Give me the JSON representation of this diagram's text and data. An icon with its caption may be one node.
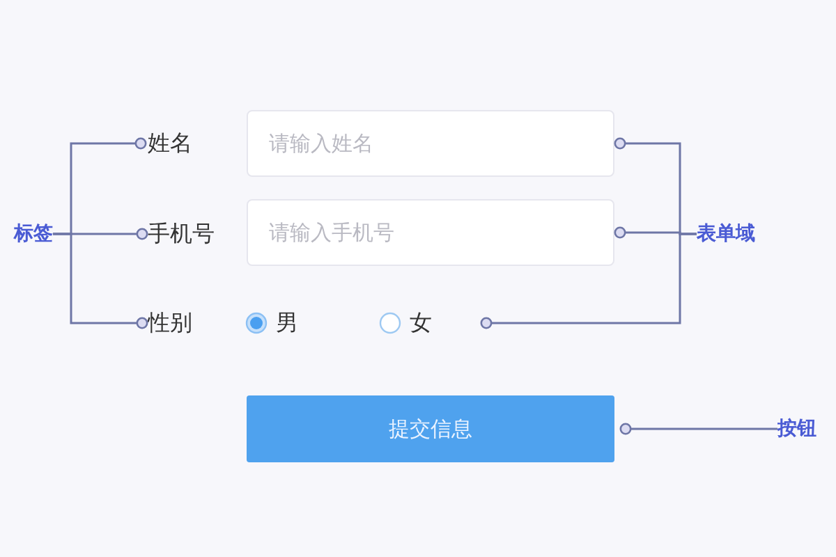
{
  "diagram": {
    "nodes": [
      {
        "text": [
          "标签"
        ]
      },
      {
        "text": [
          "姓名"
        ]
      },
      {
        "text": [
          "手机号"
        ]
      },
      {
        "text": [
          "性别"
        ]
      },
      {
        "text": [
          "请输入姓名"
        ]
      },
      {
        "text": [
          "请输入手机号"
        ]
      },
      {
        "text": [
          "男",
          "女"
        ]
      },
      {
        "text": [
          "表单域"
        ]
      },
      {
        "text": [
          "提交信息"
        ]
      },
      {
        "text": [
          "按钮"
        ]
      }
    ],
    "edges": [
      {
        "from": 0,
        "to": 1,
        "arrow": "other"
      },
      {
        "from": 0,
        "to": 2,
        "arrow": "other"
      },
      {
        "from": 0,
        "to": 3,
        "arrow": "other"
      },
      {
        "from": 7,
        "to": 4,
        "arrow": "other"
      },
      {
        "from": 7,
        "to": 5,
        "arrow": "other"
      },
      {
        "from": 7,
        "to": 6,
        "arrow": "other"
      },
      {
        "from": 9,
        "to": 8,
        "arrow": "other"
      }
    ]
  }
}
